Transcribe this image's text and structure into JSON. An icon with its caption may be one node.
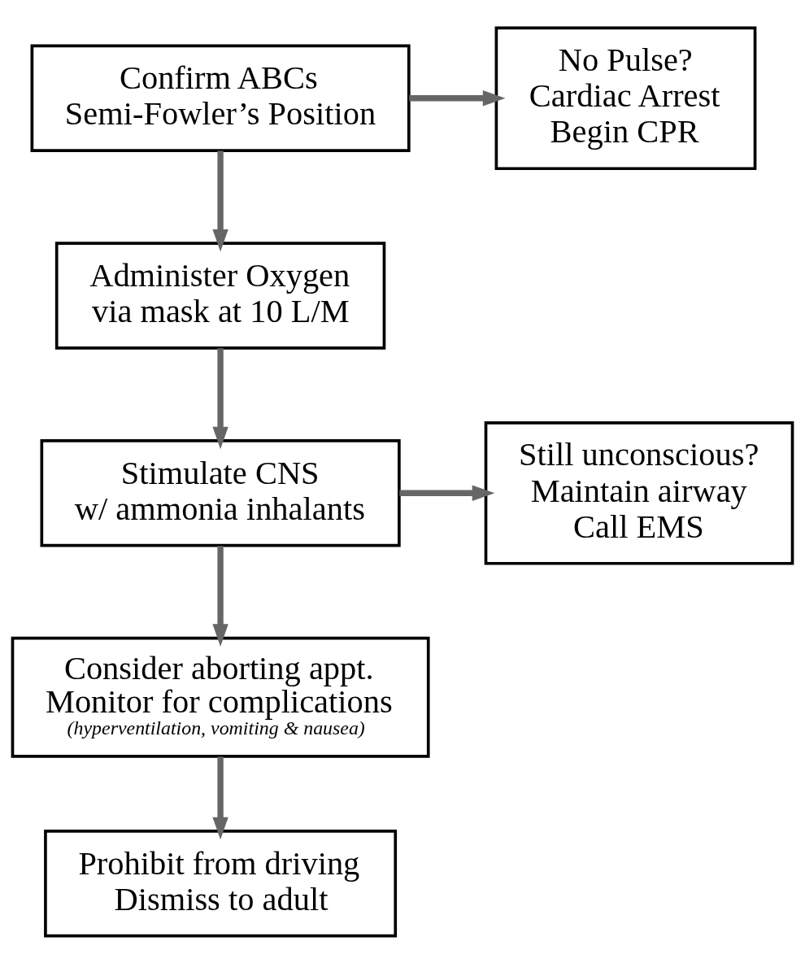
{
  "diagram": {
    "nodes": [
      {
        "text": [
          "Confirm ABCs Semi-Fowler’s Position"
        ]
      },
      {
        "text": [
          "No Pulse? Cardiac Arrest Begin CPR"
        ]
      },
      {
        "text": [
          "Administer Oxygen via mask at 10 L/M"
        ]
      },
      {
        "text": [
          "Stimulate CNS w/ ammonia inhalants"
        ]
      },
      {
        "text": [
          "Still unconscious? Maintain airway Call EMS"
        ]
      },
      {
        "text": [
          "Consider aborting appt. Monitor for complications",
          "(hyperventilation, vomiting & nausea)"
        ]
      },
      {
        "text": [
          "Prohibit from driving Dismiss to adult"
        ]
      }
    ],
    "edges": [
      {
        "from": 0,
        "to": 1,
        "arrow": "to"
      },
      {
        "from": 0,
        "to": 2,
        "arrow": "to"
      },
      {
        "from": 2,
        "to": 3,
        "arrow": "to"
      },
      {
        "from": 3,
        "to": 4,
        "arrow": "to"
      },
      {
        "from": 3,
        "to": 5,
        "arrow": "to"
      },
      {
        "from": 5,
        "to": 6,
        "arrow": "to"
      }
    ]
  }
}
